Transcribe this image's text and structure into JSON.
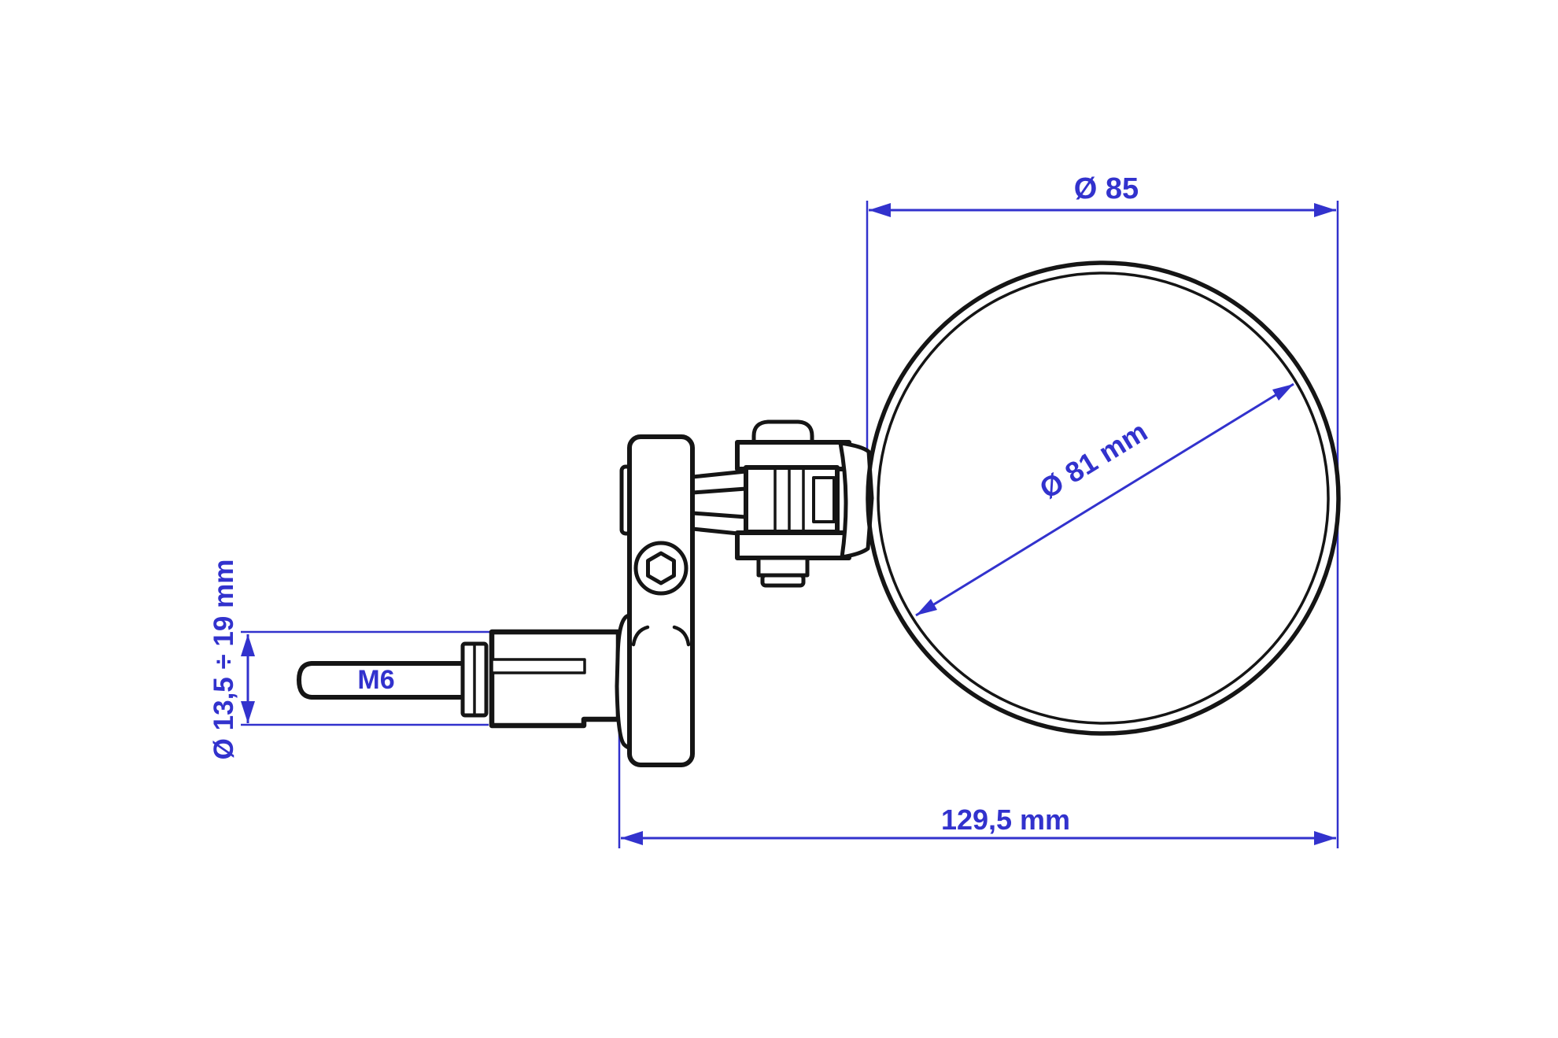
{
  "labels": {
    "outer_diameter": "Ø 85",
    "mirror_diameter": "Ø 81 mm",
    "overall_length": "129,5 mm",
    "clamp_range": "Ø 13,5 ÷ 19 mm",
    "thread": "M6"
  },
  "colors": {
    "dimension_blue": "#3232cd",
    "line_black": "#151515",
    "background": "#ffffff"
  }
}
